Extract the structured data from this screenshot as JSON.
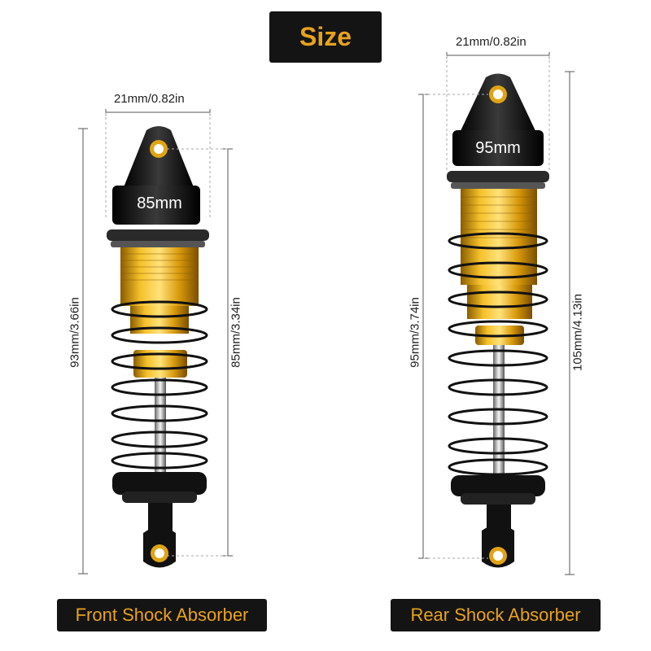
{
  "title": "Size",
  "front": {
    "label": "Front Shock Absorber",
    "cap_text": "85mm",
    "width_dim": "21mm/0.82in",
    "total_dim": "93mm/3.66in",
    "body_dim": "85mm/3.34in"
  },
  "rear": {
    "label": "Rear Shock Absorber",
    "cap_text": "95mm",
    "width_dim": "21mm/0.82in",
    "total_dim": "105mm/4.13in",
    "body_dim": "95mm/3.74in"
  },
  "colors": {
    "gold": "#e0a414",
    "black": "#141414",
    "label_text": "#e8a21e"
  }
}
